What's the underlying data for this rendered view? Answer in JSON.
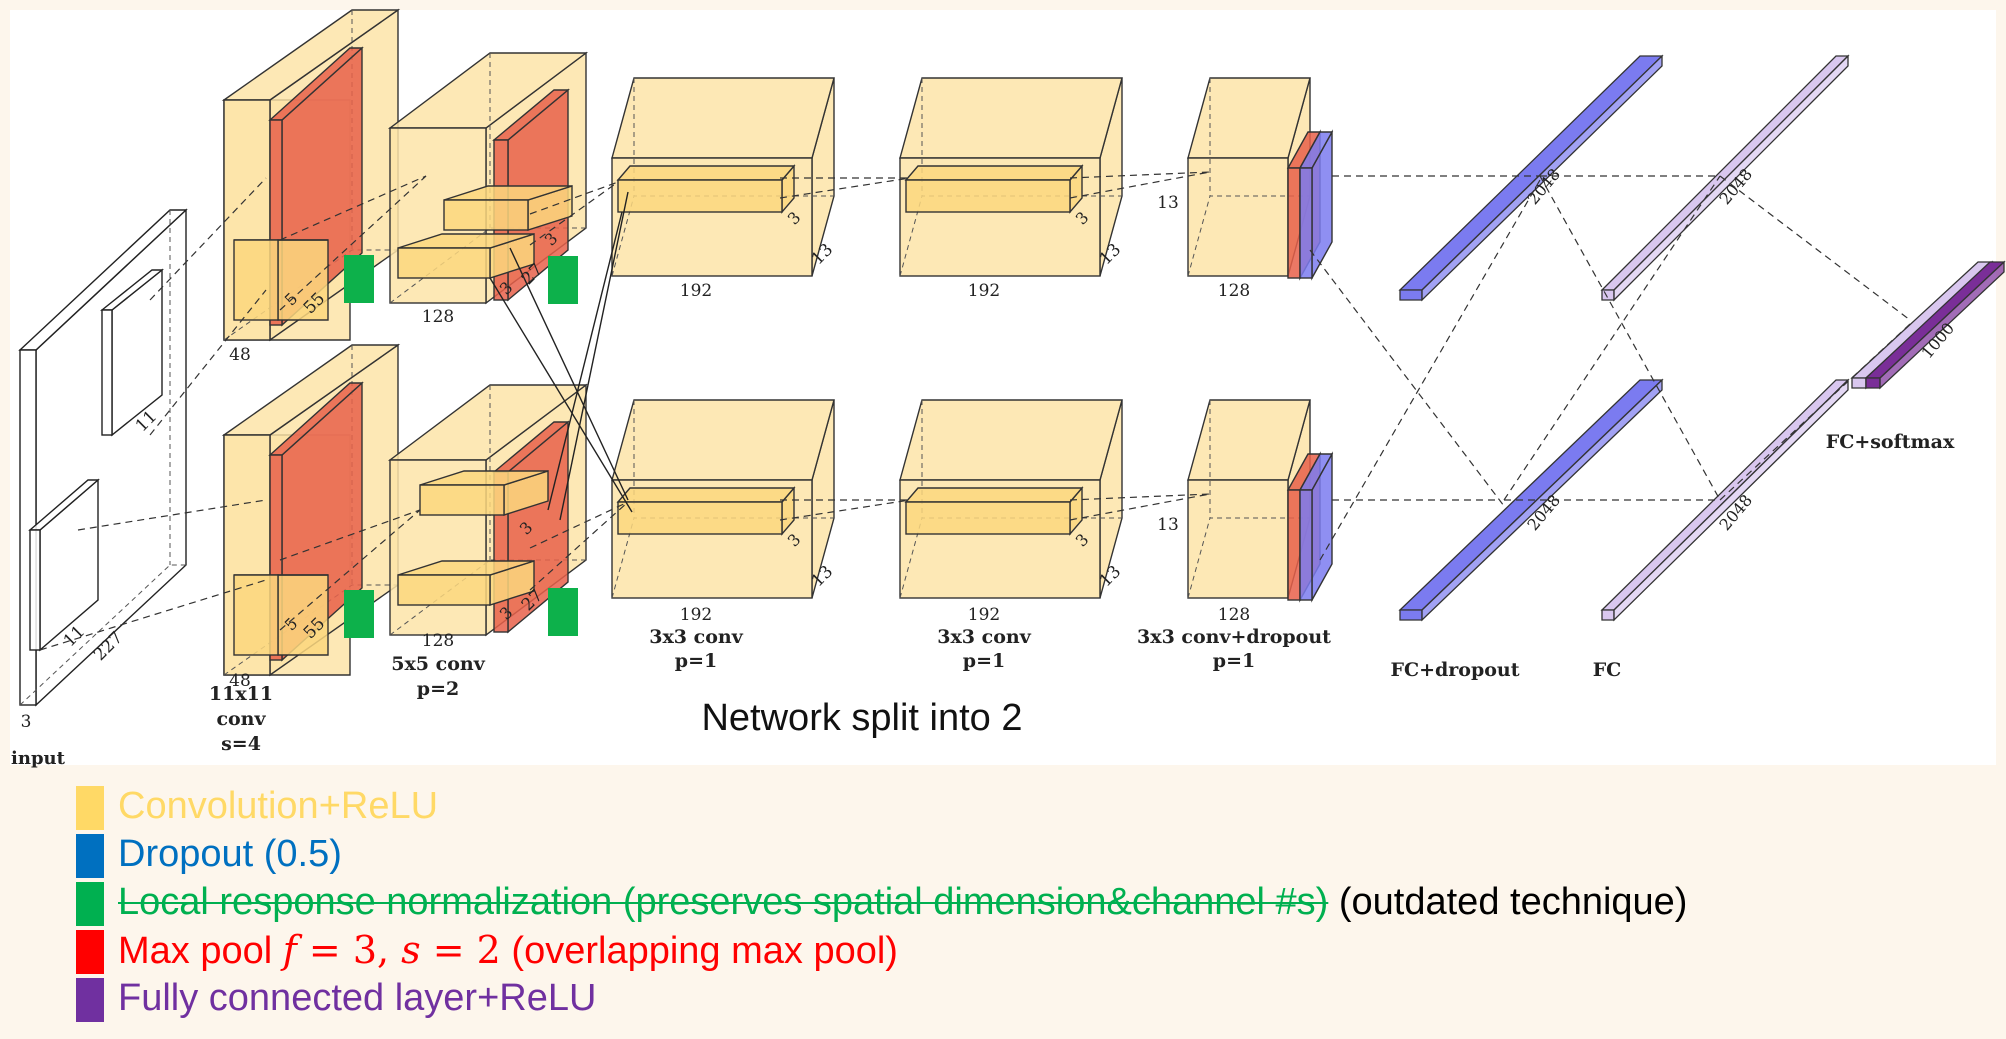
{
  "colors": {
    "conv": "#fde4a8",
    "conv_face": "#fcd77e",
    "maxpool": "#e8604a",
    "dropout": "#7b7bf0",
    "fc": "#d9c7ef",
    "fc_dark": "#7a2e98",
    "lrn": "#0db14b",
    "legend_conv": "#ffd966",
    "legend_dropout": "#0070c0",
    "legend_lrn": "#00b050",
    "legend_maxpool": "#ff0000",
    "legend_fc": "#7030a0"
  },
  "diagram": {
    "title": "Network split into 2",
    "input": {
      "label": "input",
      "depth": "3",
      "size": "227",
      "kernel": "11",
      "kernel2": "11"
    },
    "conv1": {
      "ch_top": "48",
      "ch_bottom": "48",
      "size_top": "55",
      "size_bottom": "55",
      "k_top": "5",
      "k_bottom": "5",
      "op": [
        "11x11",
        "conv",
        "s=4"
      ]
    },
    "conv2": {
      "ch_top": "128",
      "ch_bottom": "128",
      "size_top": "27",
      "size_bottom": "27",
      "k": "3",
      "k2": "3",
      "k3": "3",
      "op": [
        "5x5 conv",
        "p=2"
      ]
    },
    "conv3": {
      "ch_top": "192",
      "ch_bottom": "192",
      "k": "3",
      "size": "13",
      "op": [
        "3x3 conv",
        "p=1"
      ]
    },
    "conv4": {
      "ch_top": "192",
      "ch_bottom": "192",
      "k": "3",
      "size": "13",
      "op": [
        "3x3 conv",
        "p=1"
      ]
    },
    "conv5": {
      "ch_top": "128",
      "ch_bottom": "128",
      "size": "13",
      "op": [
        "3x3 conv+dropout",
        "p=1"
      ]
    },
    "fc1": {
      "units": "2048",
      "label": "FC+dropout"
    },
    "fc2": {
      "units": "2048",
      "label": "FC"
    },
    "fc3": {
      "units": "1000",
      "label": "FC+softmax"
    }
  },
  "legend": {
    "conv": "Convolution+ReLU",
    "dropout": "Dropout (0.5)",
    "lrn_struck": "Local response normalization (preserves spatial dimension&channel #s)",
    "lrn_note": "(outdated technique)",
    "maxpool_prefix": "Max pool ",
    "maxpool_f": "f",
    "maxpool_eq1": " = 3, ",
    "maxpool_s": "s",
    "maxpool_eq2": " = 2",
    "maxpool_suffix": " (overlapping max pool)",
    "fc": "Fully connected layer+ReLU"
  }
}
